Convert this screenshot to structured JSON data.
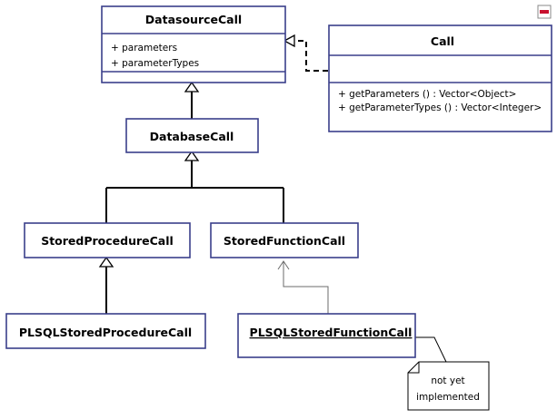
{
  "colors": {
    "box_border": "#3a3f8a",
    "line": "#000000",
    "thin_line": "#6b6b6b",
    "minimize_icon": "#c8102e"
  },
  "classes": {
    "datasource_call": {
      "name": "DatasourceCall",
      "attributes": [
        "+ parameters",
        "+ parameterTypes"
      ]
    },
    "call": {
      "name": "Call",
      "operations": [
        "+ getParameters () : Vector<Object>",
        "+ getParameterTypes () : Vector<Integer>"
      ]
    },
    "database_call": {
      "name": "DatabaseCall"
    },
    "stored_procedure_call": {
      "name": "StoredProcedureCall"
    },
    "stored_function_call": {
      "name": "StoredFunctionCall"
    },
    "plsql_stored_procedure_call": {
      "name": "PLSQLStoredProcedureCall"
    },
    "plsql_stored_function_call": {
      "name": "PLSQLStoredFunctionCall"
    }
  },
  "note": {
    "lines": [
      "not yet",
      "implemented"
    ]
  },
  "icons": {
    "minimize": "minimize-icon"
  }
}
